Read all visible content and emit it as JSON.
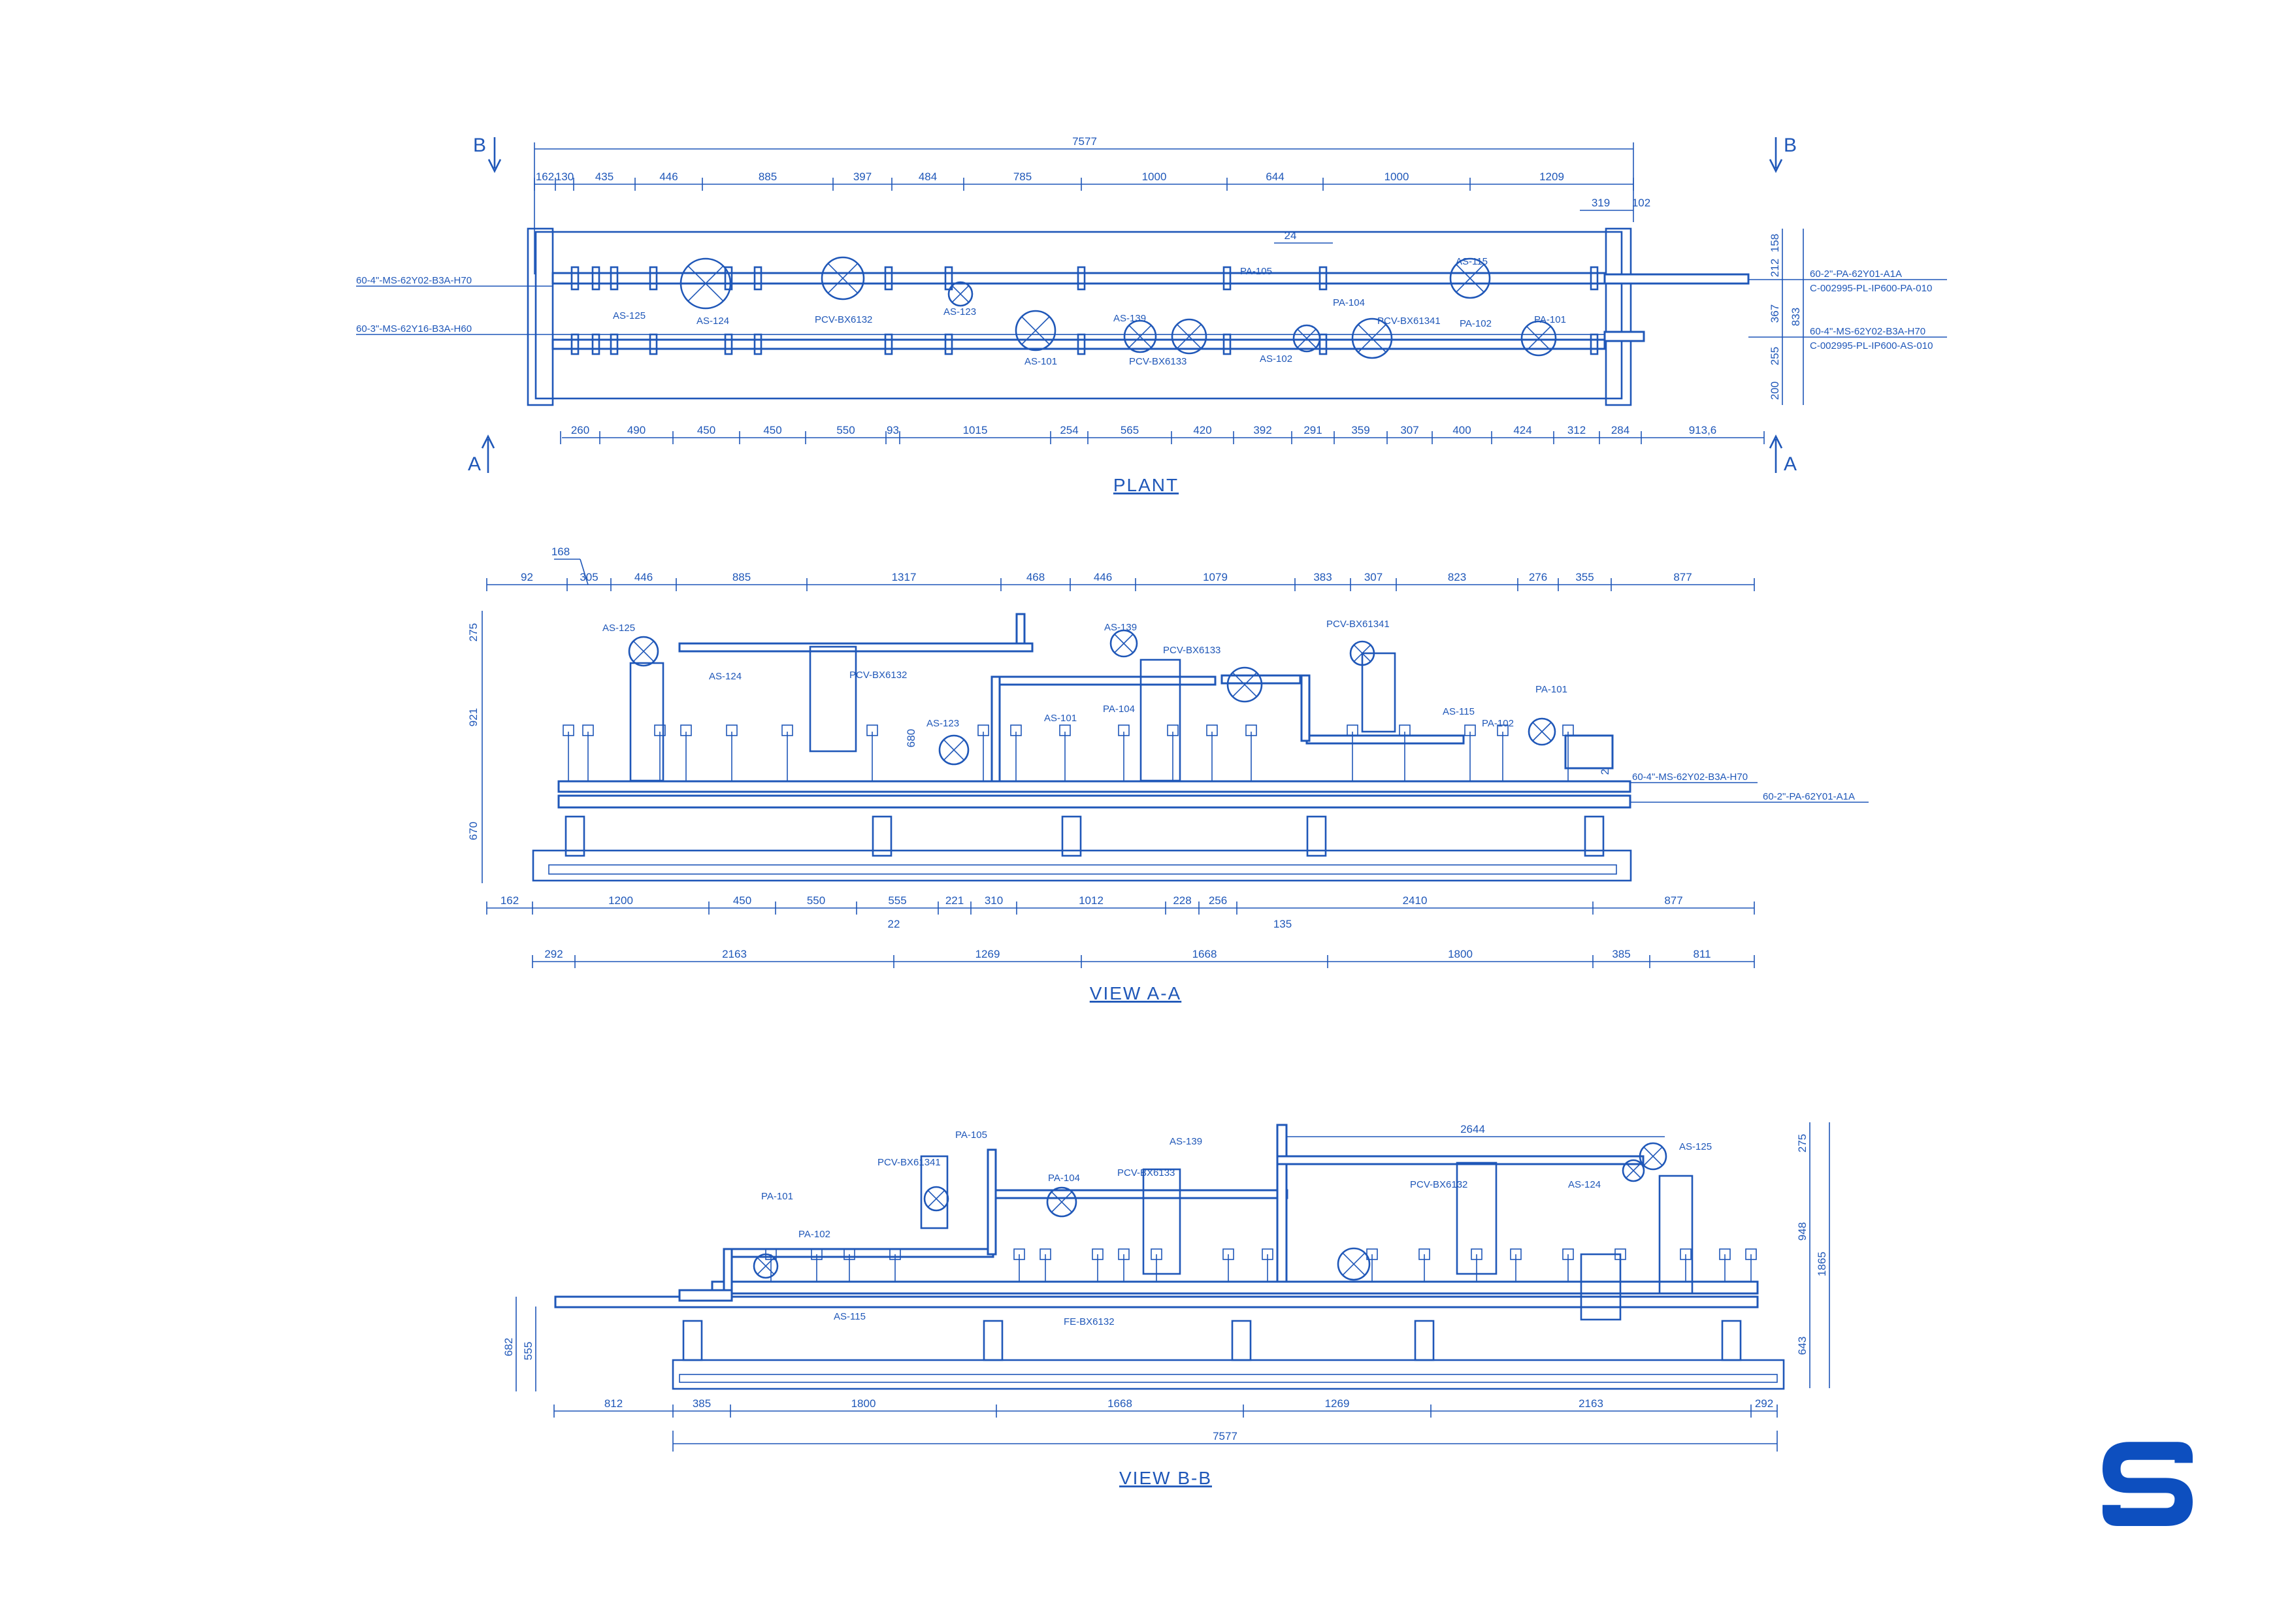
{
  "colors": {
    "line": "#1f57b8",
    "background": "#ffffff",
    "logo": "#0d4fbf"
  },
  "views": {
    "plant": {
      "title": "PLANT",
      "section_labels": [
        "B",
        "B",
        "A",
        "A"
      ],
      "overall": "7577",
      "top_dims": [
        "162",
        "130",
        "435",
        "446",
        "885",
        "397",
        "484",
        "785",
        "1000",
        "644",
        "1000",
        "1209"
      ],
      "right_top_dims": [
        "319",
        "102"
      ],
      "small_dim": "24",
      "bottom_dims": [
        "260",
        "490",
        "450",
        "450",
        "550",
        "93",
        "1015",
        "254",
        "565",
        "420",
        "392",
        "291",
        "359",
        "307",
        "400",
        "424",
        "312",
        "284",
        "913,6"
      ],
      "right_vdims": [
        "158",
        "212",
        "367",
        "255",
        "200"
      ],
      "right_total": "833",
      "left_lines": [
        "60-4\"-MS-62Y02-B3A-H70",
        "60-3\"-MS-62Y16-B3A-H60"
      ],
      "right_lines": [
        "60-2\"-PA-62Y01-A1A",
        "C-002995-PL-IP600-PA-010",
        "60-4\"-MS-62Y02-B3A-H70",
        "C-002995-PL-IP600-AS-010"
      ],
      "tags": [
        "AS-125",
        "AS-124",
        "PCV-BX6132",
        "AS-123",
        "AS-101",
        "AS-139",
        "PCV-BX6133",
        "PA-105",
        "AS-102",
        "PA-104",
        "PCV-BX61341",
        "PA-102",
        "AS-115",
        "PA-101"
      ]
    },
    "view_a": {
      "title": "VIEW  A-A",
      "top_small": "168",
      "top_dims": [
        "92",
        "305",
        "446",
        "885",
        "1317",
        "468",
        "446",
        "1079",
        "383",
        "307",
        "823",
        "276",
        "355",
        "877"
      ],
      "left_vdims": [
        "275",
        "921",
        "670"
      ],
      "right_vdim": "268",
      "right_lines": [
        "60-4\"-MS-62Y02-B3A-H70",
        "60-2\"-PA-62Y01-A1A"
      ],
      "bottom1": [
        "162",
        "1200",
        "450",
        "550",
        "555",
        "221",
        "310",
        "1012",
        "228",
        "256",
        "2410",
        "877"
      ],
      "bottom_small": [
        "22",
        "135"
      ],
      "bottom2": [
        "292",
        "2163",
        "1269",
        "1668",
        "1800",
        "385",
        "811"
      ],
      "tags": [
        "AS-125",
        "AS-124",
        "PCV-BX6132",
        "AS-123",
        "AS-101",
        "AS-139",
        "PCV-BX6133",
        "PA-104",
        "PCV-BX61341",
        "AS-115",
        "PA-102",
        "PA-101"
      ],
      "vertical_dim": "680"
    },
    "view_b": {
      "title": "VIEW  B-B",
      "top_dim": "2644",
      "right_vdims": [
        "275",
        "948",
        "643"
      ],
      "right_total": "1865",
      "left_vdims": [
        "682",
        "555"
      ],
      "bottom1": [
        "812",
        "385",
        "1800",
        "1668",
        "1269",
        "2163",
        "292"
      ],
      "bottom_total": "7577",
      "tags": [
        "PA-105",
        "PCV-BX61341",
        "PA-101",
        "PA-102",
        "AS-115",
        "PA-104",
        "PCV-BX6133",
        "AS-139",
        "FE-BX6132",
        "PCV-BX6132",
        "AS-124",
        "AS-125"
      ]
    }
  },
  "logo": {
    "icon": "s-logo-icon"
  }
}
